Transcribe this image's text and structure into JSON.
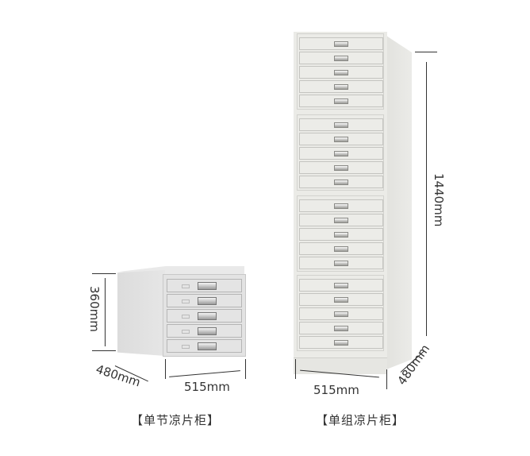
{
  "products": [
    {
      "name": "single-section-cabinet",
      "caption": "【单节凉片柜】",
      "drawers": 5,
      "dimensions": {
        "height": "360mm",
        "depth": "480mm",
        "width": "515mm"
      }
    },
    {
      "name": "single-group-cabinet",
      "caption": "【单组凉片柜】",
      "sections": 4,
      "drawers_per_section": 5,
      "dimensions": {
        "height": "1440mm",
        "width": "515mm",
        "depth": "480mm"
      }
    }
  ],
  "colors": {
    "background": "#ffffff",
    "cabinet_small": "#e3e3e3",
    "cabinet_tall": "#ebebe7",
    "dimension_lines": "#333333"
  }
}
